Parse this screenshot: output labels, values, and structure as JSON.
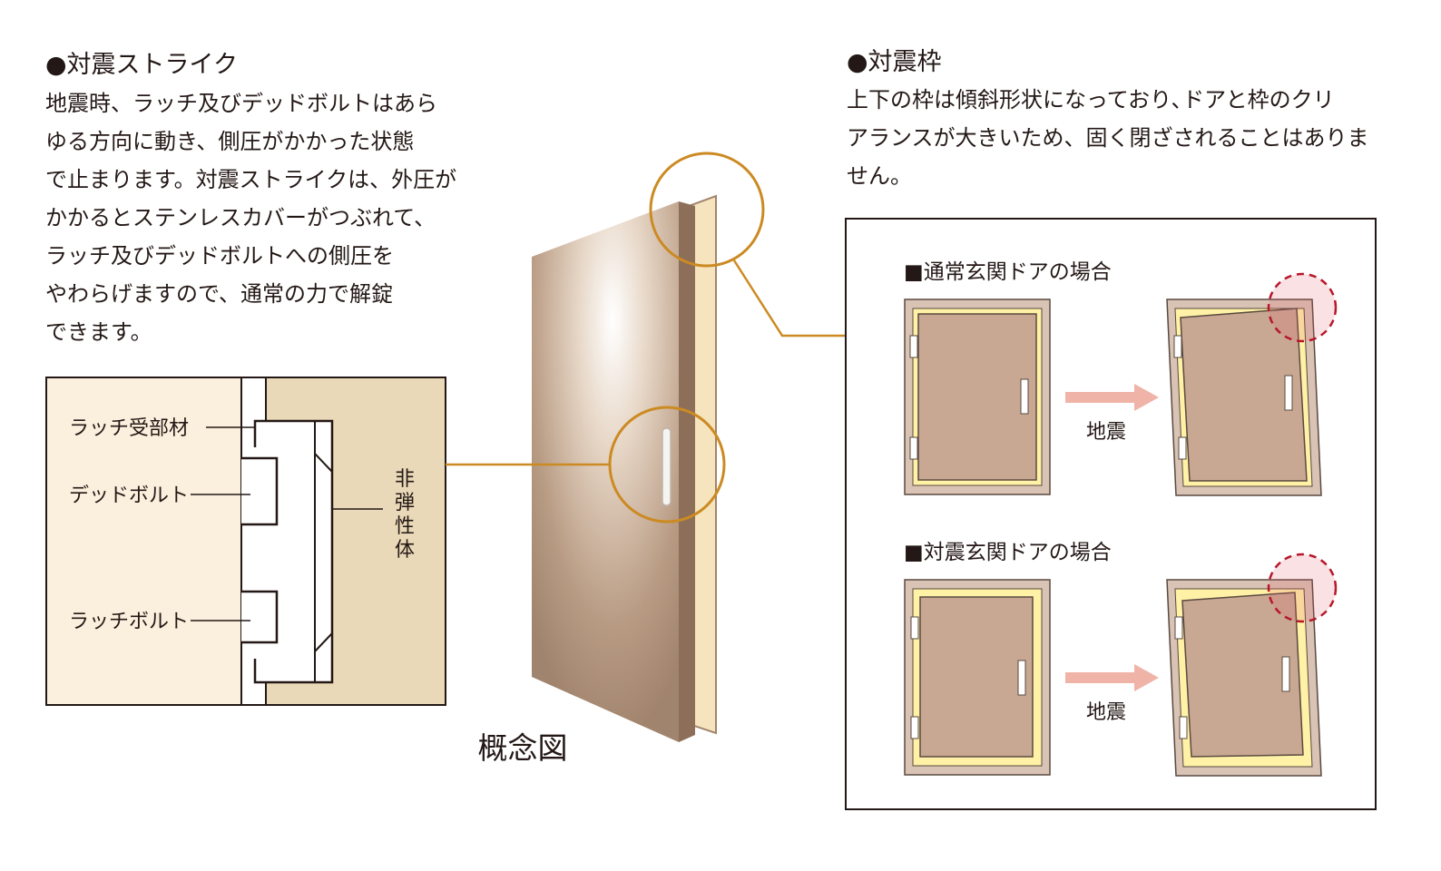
{
  "left": {
    "heading": "●対震ストライク",
    "body_lines": [
      "地震時、ラッチ及びデッドボルトはあら",
      "ゆる方向に動き、側圧がかかった状態",
      "で止まります。対震ストライクは、外圧が",
      "かかるとステンレスカバーがつぶれて、",
      "ラッチ及びデッドボルトへの側圧を",
      "やわらげますので、通常の力で解錠",
      "できます。"
    ]
  },
  "strike_diagram": {
    "labels": {
      "latch_receiver": "ラッチ受部材",
      "deadbolt": "デッドボルト",
      "latch_bolt": "ラッチボルト",
      "non_elastic_body": [
        "非",
        "弾",
        "性",
        "体"
      ]
    }
  },
  "door_illustration": {
    "caption": "概念図"
  },
  "right": {
    "heading": "●対震枠",
    "body_lines": [
      "上下の枠は傾斜形状になっており､ドアと枠のクリ",
      "アランスが大きいため、固く閉ざされることはありま",
      "せん。"
    ]
  },
  "comparison": {
    "normal_case": "■通常玄関ドアの場合",
    "seismic_case": "■対震玄関ドアの場合",
    "earthquake_label": "地震"
  },
  "colors": {
    "accent": "#cc8a22",
    "frame": "#d8c3b4",
    "door_panel": "#c8a892",
    "inner_frame": "#fff2a6",
    "strike_left_bg": "#fbf0dd",
    "strike_right_bg": "#ead9b8",
    "arrow": "#f0b3a8",
    "damage_circle": "#b7172a"
  }
}
